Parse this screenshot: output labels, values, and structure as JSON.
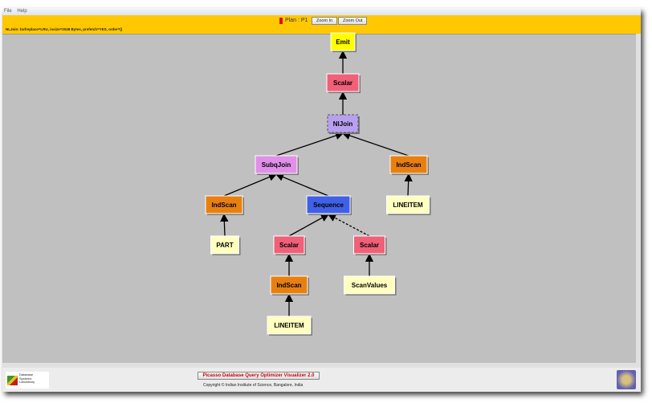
{
  "menu": [
    "File",
    "Help"
  ],
  "toolbar": {
    "plan_label": "Plan : P1",
    "zoom_in": "Zoom In",
    "zoom_out": "Zoom Out",
    "status": "NLJoin: bufreplace=LRU, iosize=2048 Bytes, prefetch=YES, order=()"
  },
  "colors": {
    "toolbar": "#ffc800",
    "canvas": "#c0c0c0",
    "emit": "#ffff00",
    "scalar": "#f06078",
    "join": "#b8a0f0",
    "subqjoin": "#e090e8",
    "indscan": "#e88010",
    "sequence": "#4060e8",
    "relation": "#ffffc0"
  },
  "plan": {
    "nodes": [
      {
        "id": "emit",
        "label": "Emit",
        "type": "emit"
      },
      {
        "id": "scalar1",
        "label": "Scalar",
        "type": "scalar"
      },
      {
        "id": "nljoin",
        "label": "NlJoin",
        "type": "join"
      },
      {
        "id": "subqjoin",
        "label": "SubqJoin",
        "type": "subqjoin"
      },
      {
        "id": "indscan_r",
        "label": "IndScan",
        "type": "indscan"
      },
      {
        "id": "lineitem_r",
        "label": "LINEITEM",
        "type": "relation"
      },
      {
        "id": "indscan_l",
        "label": "IndScan",
        "type": "indscan"
      },
      {
        "id": "sequence",
        "label": "Sequence",
        "type": "sequence"
      },
      {
        "id": "part",
        "label": "PART",
        "type": "relation"
      },
      {
        "id": "scalar2",
        "label": "Scalar",
        "type": "scalar"
      },
      {
        "id": "scalar3",
        "label": "Scalar",
        "type": "scalar"
      },
      {
        "id": "indscan_b",
        "label": "IndScan",
        "type": "indscan"
      },
      {
        "id": "scanvalues",
        "label": "ScanValues",
        "type": "relation"
      },
      {
        "id": "lineitem_b",
        "label": "LINEITEM",
        "type": "relation"
      }
    ],
    "edges": [
      {
        "from": "scalar1",
        "to": "emit"
      },
      {
        "from": "nljoin",
        "to": "scalar1"
      },
      {
        "from": "subqjoin",
        "to": "nljoin"
      },
      {
        "from": "indscan_r",
        "to": "nljoin"
      },
      {
        "from": "lineitem_r",
        "to": "indscan_r"
      },
      {
        "from": "indscan_l",
        "to": "subqjoin"
      },
      {
        "from": "sequence",
        "to": "subqjoin"
      },
      {
        "from": "part",
        "to": "indscan_l"
      },
      {
        "from": "scalar2",
        "to": "sequence"
      },
      {
        "from": "scalar3",
        "to": "sequence",
        "dashed": true
      },
      {
        "from": "indscan_b",
        "to": "scalar2"
      },
      {
        "from": "scanvalues",
        "to": "scalar3"
      },
      {
        "from": "lineitem_b",
        "to": "indscan_b"
      }
    ]
  },
  "footer": {
    "title": "Picasso Database Query Optimizer Visualizer 2.0",
    "copyright": "Copyright © Indian Institute of Science, Bangalore, India",
    "dsl_logo": "Database Systems Laboratory"
  }
}
